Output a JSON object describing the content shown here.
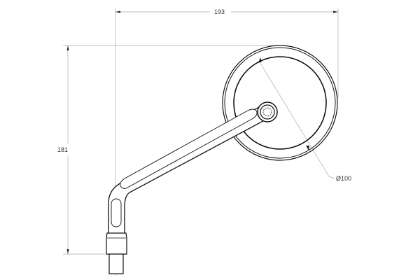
{
  "drawing": {
    "subject": "round mirror with angled arm and threaded mount",
    "dimensions": {
      "width": "193",
      "height": "181",
      "diameter": "Ø100"
    },
    "colors": {
      "outline": "#111111",
      "dimension_line": "#999999",
      "text": "#333333",
      "background": "#ffffff"
    }
  }
}
